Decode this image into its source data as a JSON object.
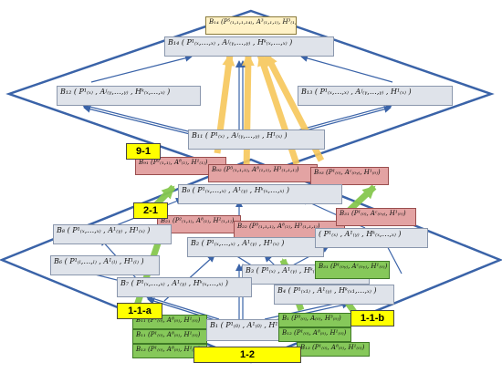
{
  "colors": {
    "outline": "#3a63a8",
    "yellow_arrow": "#f7c75a",
    "green_arrow": "#86c84f"
  },
  "boxes": [
    {
      "key": "b14_top",
      "label": "B₁₄ (P⁵₍₁,₁,₁,₁₄₎, A³₍₁,₁,₁₎, H³₍₁,₁,₁₎)"
    },
    {
      "key": "b14",
      "label": "B₁₄ ( P¹₍ₓ,…,ₓ₎ , Aʲ₍ᵧ,…,ᵧ₎ , Hᵏ₍ₓ,…,ₓ₎ )"
    },
    {
      "key": "b12",
      "label": "B₁₂ ( P¹₍ₓ₎ , Aʲ₍ᵧ,…,ᵧ₎ , Hᵏ₍ₓ,…,ₓ₎ )"
    },
    {
      "key": "b13",
      "label": "B₁₃ ( P¹₍ₓ,…,ₓ₎ , Aʲ₍ᵧ,…,ᵧ₎ , H¹₍ₓ₎ )"
    },
    {
      "key": "b11",
      "label": "B₁₁ ( P¹₍ₓ₎ , Aʲ₍ᵧ,…,ᵧ₎ , H¹₍ₓ₎ )"
    },
    {
      "key": "b9_1",
      "label": "B₉₁ (P²₍₁,₁₎, A⁸₍₁₎, H¹₍₁₎)"
    },
    {
      "key": "b9_2",
      "label": "B₉₂ (P³₍₁,₁,₁₎, A⁸₍₁,₁₎, H³₍₁,₁,₁₎)"
    },
    {
      "key": "b9_3",
      "label": "B₉₃ (P¹₍₀₎, Aᶜ₍₀ᵧ₎, H¹₍₀₎)"
    },
    {
      "key": "b9",
      "label": "B₉ ( P¹₍ₓ,…,ₓ₎ , A¹₍ᵧ₎ , Hᵏ₍ₓ,…,ₓ₎ )"
    },
    {
      "key": "b2_1",
      "label": "B₂₁ (P²₍₁,₁₎, A⁸₍₁₎, H²₍₁,₁₎)"
    },
    {
      "key": "b2_2",
      "label": "B₂₂ (P³₍₁,₁,₁₎, A⁸₍₁₎, H³₍₁,₁,₁₎)"
    },
    {
      "key": "b3_1",
      "label": "B₃₁ (P¹₍₀₎, Aᶜ₍₀ᵧ₎, H¹₍₀₎)"
    },
    {
      "key": "b8",
      "label": "B₈ ( P¹₍ₓ,…,ₓ₎ , A¹₍ᵧ₎ , H¹₍ₓ₎ )"
    },
    {
      "key": "b2",
      "label": "B₂ ( P¹₍ₓ,…,ₓ₎ , A¹₍ᵧ₎ , H¹₍ₓ₎ )"
    },
    {
      "key": "b10",
      "label": "( P¹₍ₓ₎ , A¹₍ᵧ₎ , Hᵏ₍ₓ,…,ₓ₎ )"
    },
    {
      "key": "b6",
      "label": "B₆ ( P¹₍ₗ,…,ₗ₎ , A¹₍ₗ₎ , H¹₍ₗ₎ )"
    },
    {
      "key": "b3",
      "label": "B₃ ( P¹₍ₓ₎ , A¹₍ᵧ₎ , Hᵏ₍ₓ,…,ₓ₎ )"
    },
    {
      "key": "b3_1g",
      "label": "B₃₁ (P¹₍₀ᵧ₎, Aᶜ₍₀ᵧ₎, H¹₍₀₎)"
    },
    {
      "key": "b7",
      "label": "B₇ ( P¹₍ₓ,…,ₓ₎ , A¹₍ᵧ₎ , Hᵏ₍ₓ,…,ₓ₎ )"
    },
    {
      "key": "b4",
      "label": "B₄ ( P¹₍ₓ₁₎ , A¹₍ᵧ₎ , Hᵏ₍ₓ₁,…,ₓ₎ )"
    },
    {
      "key": "b1_left",
      "label": "B₁₁ (P¹₍₀₎, A⁸₍₀₎, H¹₍₀₎)"
    },
    {
      "key": "b1_left2",
      "label": "B₁₁ (P¹₍₀₎, A⁸₍₀₎, H¹₍₀₎)"
    },
    {
      "key": "b1_left3",
      "label": "B₁₃ (P¹₍₀₎, A⁸₍₀₎, H¹₍₀₎)"
    },
    {
      "key": "b1",
      "label": "B₁ ( P¹₍₀₎ , A¹₍₀₎ , H¹₍₀₎ )"
    },
    {
      "key": "b1_r1",
      "label": "B₁ (P³₍₀₎, A₍₀₎, H³₍₀₎)"
    },
    {
      "key": "b1_r2",
      "label": "B₁₂ (P¹₍₀₎, A⁸₍₀₎, H¹₍₀₎)"
    },
    {
      "key": "b1_r3",
      "label": "B₁₃ (P¹₍₀₎, A⁸₍₀₎, H¹₍₀₎)"
    }
  ],
  "tags": [
    {
      "key": "t9_1",
      "label": "9-1"
    },
    {
      "key": "t2_1",
      "label": "2-1"
    },
    {
      "key": "t11a",
      "label": "1-1-a"
    },
    {
      "key": "t11b",
      "label": "1-1-b"
    },
    {
      "key": "t1_2",
      "label": "1-2"
    }
  ]
}
